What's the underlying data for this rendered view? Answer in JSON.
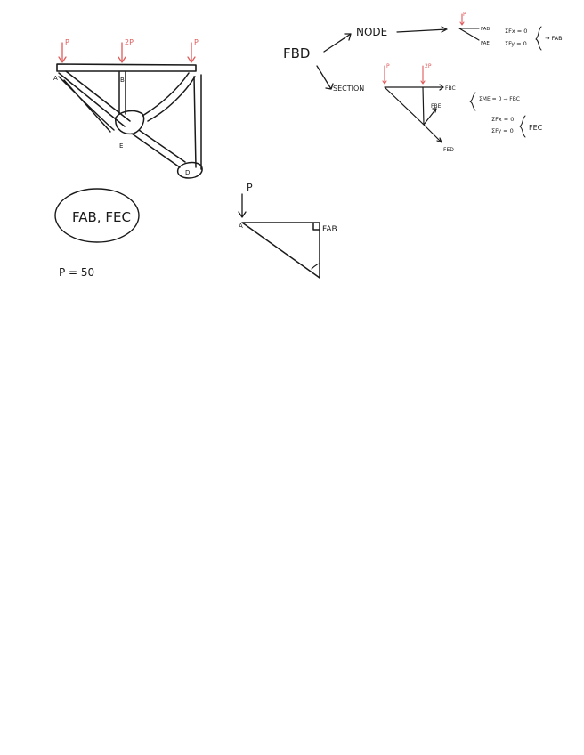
{
  "truss": {
    "loads": [
      "P",
      "2P",
      "P"
    ],
    "joint_labels": {
      "a": "A",
      "b": "B",
      "e": "E",
      "d": "D"
    }
  },
  "fbd": {
    "title": "FBD",
    "node_branch": {
      "label": "NODE",
      "load": "P",
      "force_1": "FAB",
      "force_2": "FAE",
      "eq_1": "ΣFx = 0",
      "eq_2": "ΣFy = 0",
      "result": "→ FAB"
    },
    "section_branch": {
      "label": "SECTION",
      "load_1": "P",
      "load_2": "2P",
      "force_bc": "FBC",
      "force_be": "FBE",
      "force_ed": "FED",
      "moment_eq": "ΣME = 0 → FBC",
      "eq_1": "ΣFx = 0",
      "eq_2": "ΣFy = 0",
      "result": "FEC"
    }
  },
  "goal": {
    "unknowns": "FAB, FEC",
    "given": "P = 50"
  },
  "triangle": {
    "load": "P",
    "joint": "A",
    "force": "FAB"
  },
  "colors": {
    "ink": "#1a1a1a",
    "load_ink": "#e05a5a",
    "paper": "#ffffff"
  }
}
